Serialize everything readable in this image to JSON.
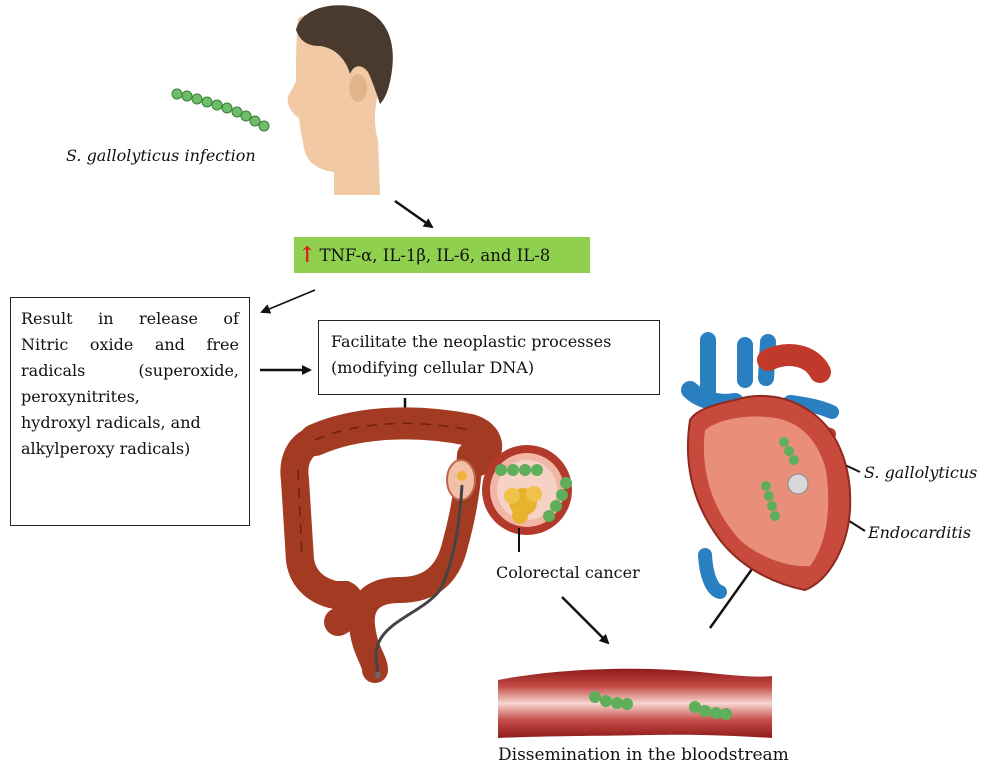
{
  "infection_label": "S. gallolyticus infection",
  "cytokines_label": "TNF-α, IL-1β, IL-6, and IL-8",
  "up_arrow_symbol": "↑",
  "release_box": {
    "lines": [
      [
        "Result",
        "in",
        "release",
        "of"
      ],
      [
        "Nitric",
        "oxide",
        "and",
        "free"
      ],
      [
        "radicals",
        "(superoxide,"
      ],
      [
        "peroxynitrites,"
      ],
      [
        "hydroxyl radicals, and"
      ],
      [
        "alkylperoxy radicals)"
      ]
    ]
  },
  "neoplastic_box": {
    "line1": "Facilitate the neoplastic processes",
    "line2": "(modifying cellular DNA)"
  },
  "colorectal_label": "Colorectal cancer",
  "bacteria_label": "S. gallolyticus",
  "endocarditis_label": "Endocarditis",
  "bloodstream_label": "Dissemination in the bloodstream",
  "colors": {
    "cytokine_highlight": "#8fd14f",
    "bacteria_green": "#5fae5a",
    "intestine_red": "#a33a22",
    "heart_red": "#c0392b",
    "vessel_blue": "#2a7fc1"
  }
}
